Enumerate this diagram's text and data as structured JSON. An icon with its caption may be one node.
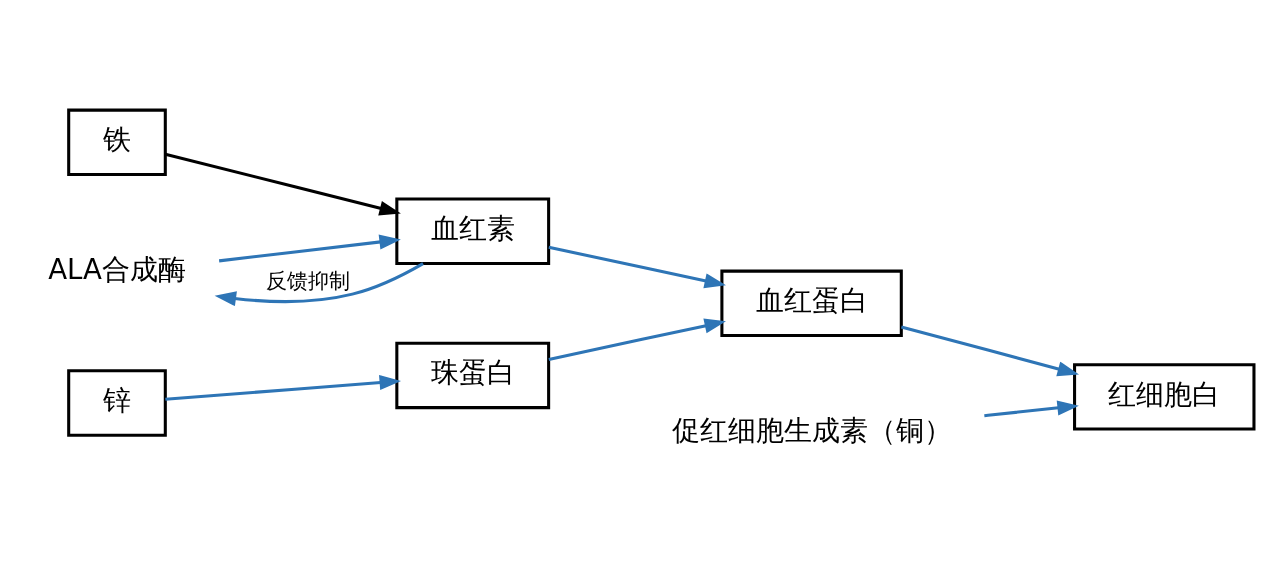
{
  "diagram": {
    "nodes": [
      {
        "text": [
          "ALA合成酶"
        ]
      },
      {
        "text": [
          "铁"
        ]
      },
      {
        "text": [
          "血红素"
        ]
      },
      {
        "text": [
          "促红细胞生成素（铜）"
        ]
      },
      {
        "text": [
          "血红蛋白"
        ]
      },
      {
        "text": [
          "红细胞白"
        ]
      },
      {
        "text": [
          "锌"
        ]
      },
      {
        "text": [
          "珠蛋白"
        ]
      }
    ],
    "edges": [
      {
        "from": 1,
        "to": 2,
        "arrow": "to",
        "color": "#000000"
      },
      {
        "from": 0,
        "to": 2,
        "arrow": "to"
      },
      {
        "from": 2,
        "to": 0,
        "arrow": "to",
        "label": "反馈抑制"
      },
      {
        "from": 6,
        "to": 7,
        "arrow": "to"
      },
      {
        "from": 2,
        "to": 4,
        "arrow": "to"
      },
      {
        "from": 7,
        "to": 4,
        "arrow": "to"
      },
      {
        "from": 4,
        "to": 5,
        "arrow": "to"
      },
      {
        "from": 3,
        "to": 5,
        "arrow": "to"
      }
    ]
  }
}
